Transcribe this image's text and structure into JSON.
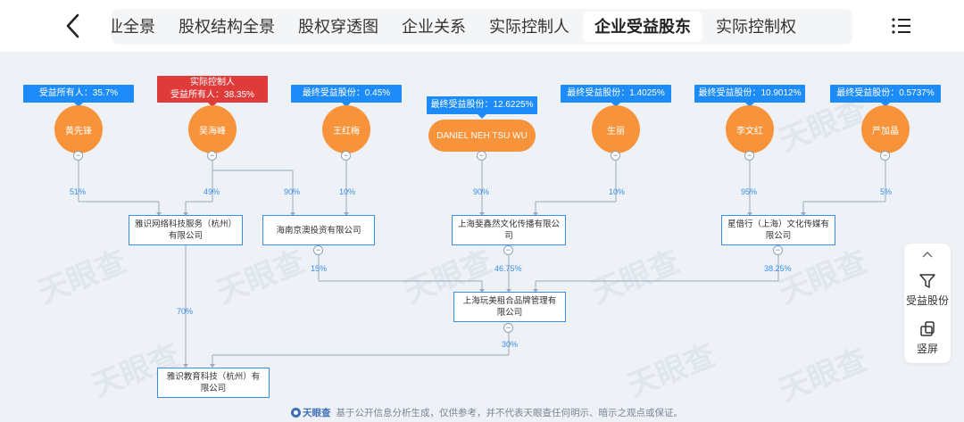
{
  "header": {
    "tabs": [
      {
        "label": "企业全景",
        "active": false
      },
      {
        "label": "股权结构全景",
        "active": false
      },
      {
        "label": "股权穿透图",
        "active": false
      },
      {
        "label": "企业关系",
        "active": false
      },
      {
        "label": "实际控制人",
        "active": false
      },
      {
        "label": "企业受益股东",
        "active": true
      },
      {
        "label": "实际控制权",
        "active": false
      }
    ]
  },
  "persons": [
    {
      "name": "黄先锋",
      "tag": "受益所有人：35.7%",
      "controller": false
    },
    {
      "name": "吴海峰",
      "tag_title": "实际控制人",
      "tag": "受益所有人：38.35%",
      "controller": true
    },
    {
      "name": "王红梅",
      "tag": "最终受益股份：0.45%",
      "controller": false
    },
    {
      "name": "DANIEL NEH TSU WU",
      "tag": "最终受益股份：12.6225%",
      "controller": false
    },
    {
      "name": "生丽",
      "tag": "最终受益股份：1.4025%",
      "controller": false
    },
    {
      "name": "李文红",
      "tag": "最终受益股份：10.9012%",
      "controller": false
    },
    {
      "name": "严加晶",
      "tag": "最终受益股份：0.5737%",
      "controller": false
    }
  ],
  "companies": [
    {
      "name": "雅识网络科技服务（杭州）有限公司"
    },
    {
      "name": "海南京澳投资有限公司"
    },
    {
      "name": "上海斐鑫然文化传播有限公司"
    },
    {
      "name": "星借行（上海）文化传媒有限公司"
    },
    {
      "name": "上海玩美租合品牌管理有限公司"
    },
    {
      "name": "雅识教育科技（杭州）有限公司"
    }
  ],
  "percentages": {
    "p51": "51%",
    "p49": "49%",
    "p90a": "90%",
    "p10a": "10%",
    "p90b": "90%",
    "p10b": "10%",
    "p95": "95%",
    "p5": "5%",
    "p15": "15%",
    "p4675": "46.75%",
    "p3825": "38.25%",
    "p70": "70%",
    "p30": "30%"
  },
  "side_panel": {
    "filter_label": "受益股份",
    "orientation_label": "竖屏"
  },
  "footer": {
    "brand": "天眼查",
    "disclaimer": "基于公开信息分析生成，仅供参考，并不代表天眼查任何明示、暗示之观点或保证。"
  },
  "watermark": "天眼查",
  "colors": {
    "accent": "#1d8cf8",
    "person": "#f7943b",
    "controller": "#e03b3b",
    "line": "#9aa9bb"
  }
}
